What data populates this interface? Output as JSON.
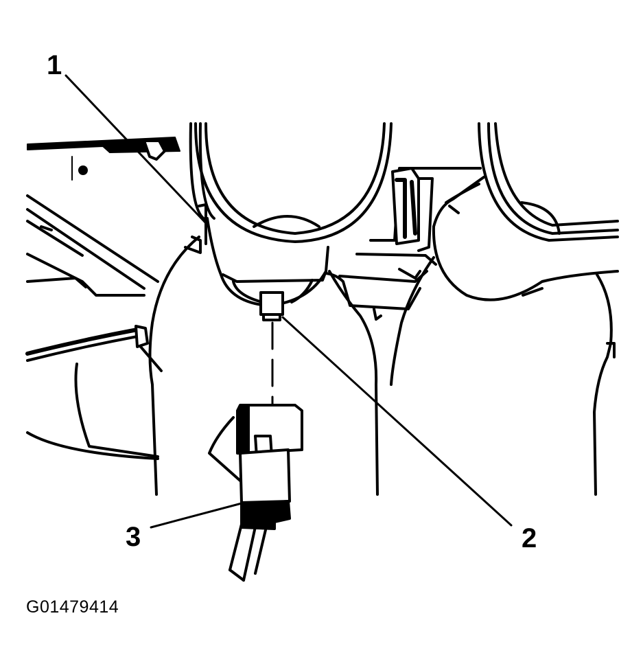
{
  "callouts": [
    {
      "id": "1",
      "label": "1"
    },
    {
      "id": "2",
      "label": "2"
    },
    {
      "id": "3",
      "label": "3"
    }
  ],
  "figure_id": "G01479414",
  "colors": {
    "ink": "#000000",
    "paper": "#ffffff"
  }
}
